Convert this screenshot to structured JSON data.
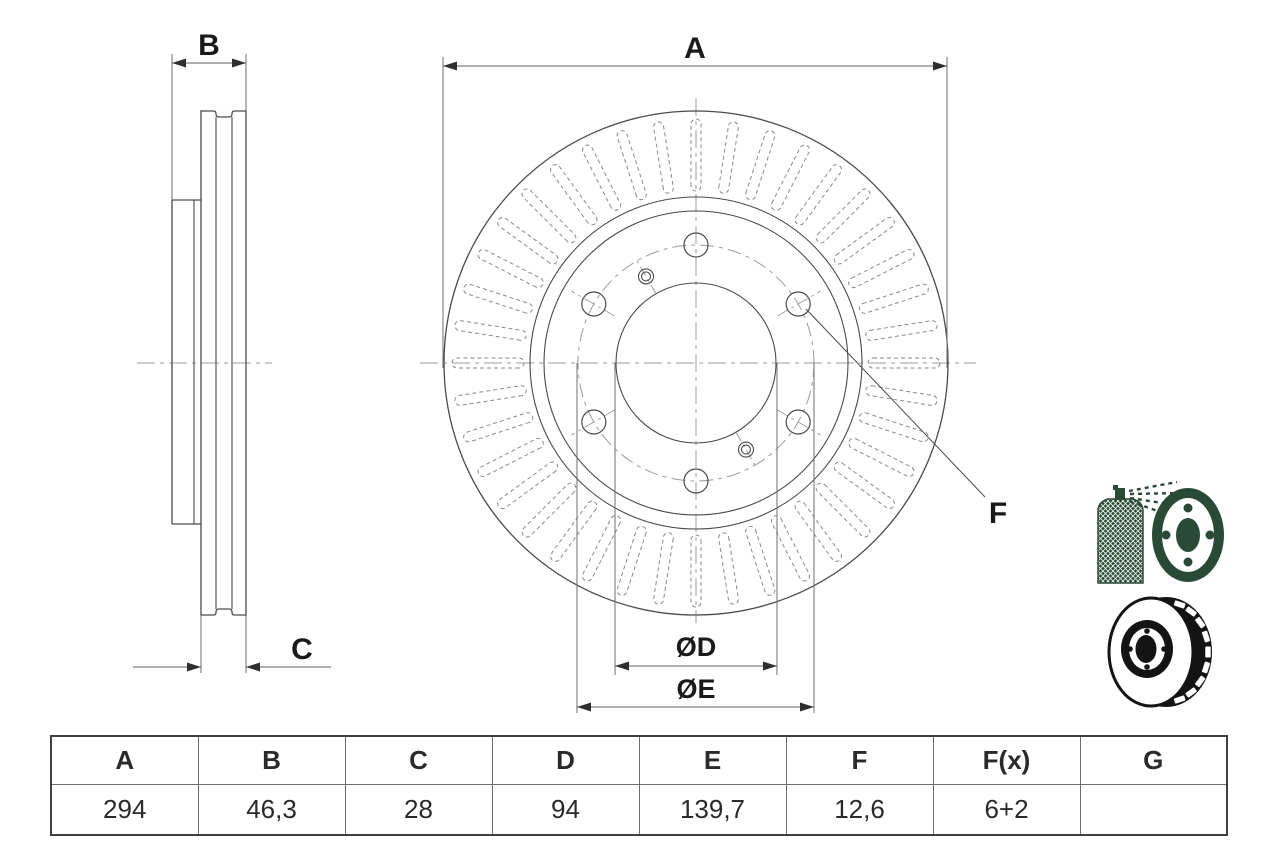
{
  "drawing": {
    "dim_labels": {
      "a": "A",
      "b": "B",
      "c": "C",
      "d": "ØD",
      "e": "ØE",
      "f": "F"
    }
  },
  "table": {
    "headers": [
      "A",
      "B",
      "C",
      "D",
      "E",
      "F",
      "F(x)",
      "G"
    ],
    "values": [
      "294",
      "46,3",
      "28",
      "94",
      "139,7",
      "12,6",
      "6+2",
      ""
    ]
  },
  "icons": {
    "coated_disc": "spray-coated-disc-icon",
    "vented_disc": "vented-brake-disc-icon"
  },
  "colors": {
    "line": "#4a4a4a",
    "icon_green": "#2a4a38",
    "icon_black": "#141414",
    "background": "#ffffff"
  }
}
